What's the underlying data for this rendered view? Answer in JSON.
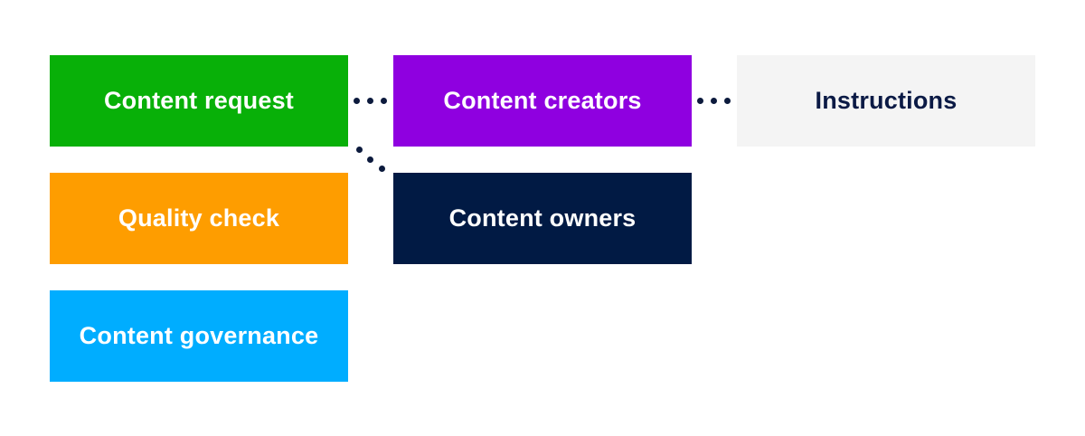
{
  "diagram": {
    "nodes": {
      "content_request": {
        "label": "Content request",
        "bg": "#08b008",
        "fg": "#ffffff"
      },
      "content_creators": {
        "label": "Content creators",
        "bg": "#8f00e0",
        "fg": "#ffffff"
      },
      "instructions": {
        "label": "Instructions",
        "bg": "#f4f4f4",
        "fg": "#0b1a45"
      },
      "quality_check": {
        "label": "Quality check",
        "bg": "#fe9d00",
        "fg": "#ffffff"
      },
      "content_owners": {
        "label": "Content owners",
        "bg": "#011a44",
        "fg": "#ffffff"
      },
      "content_governance": {
        "label": "Content governance",
        "bg": "#00adff",
        "fg": "#ffffff"
      }
    },
    "connectors": [
      {
        "from": "content_request",
        "to": "content_creators",
        "style": "dotted"
      },
      {
        "from": "content_creators",
        "to": "instructions",
        "style": "dotted"
      },
      {
        "from": "content_request",
        "to": "content_owners",
        "style": "dotted"
      }
    ],
    "connector_color": "#0c1a3d"
  }
}
